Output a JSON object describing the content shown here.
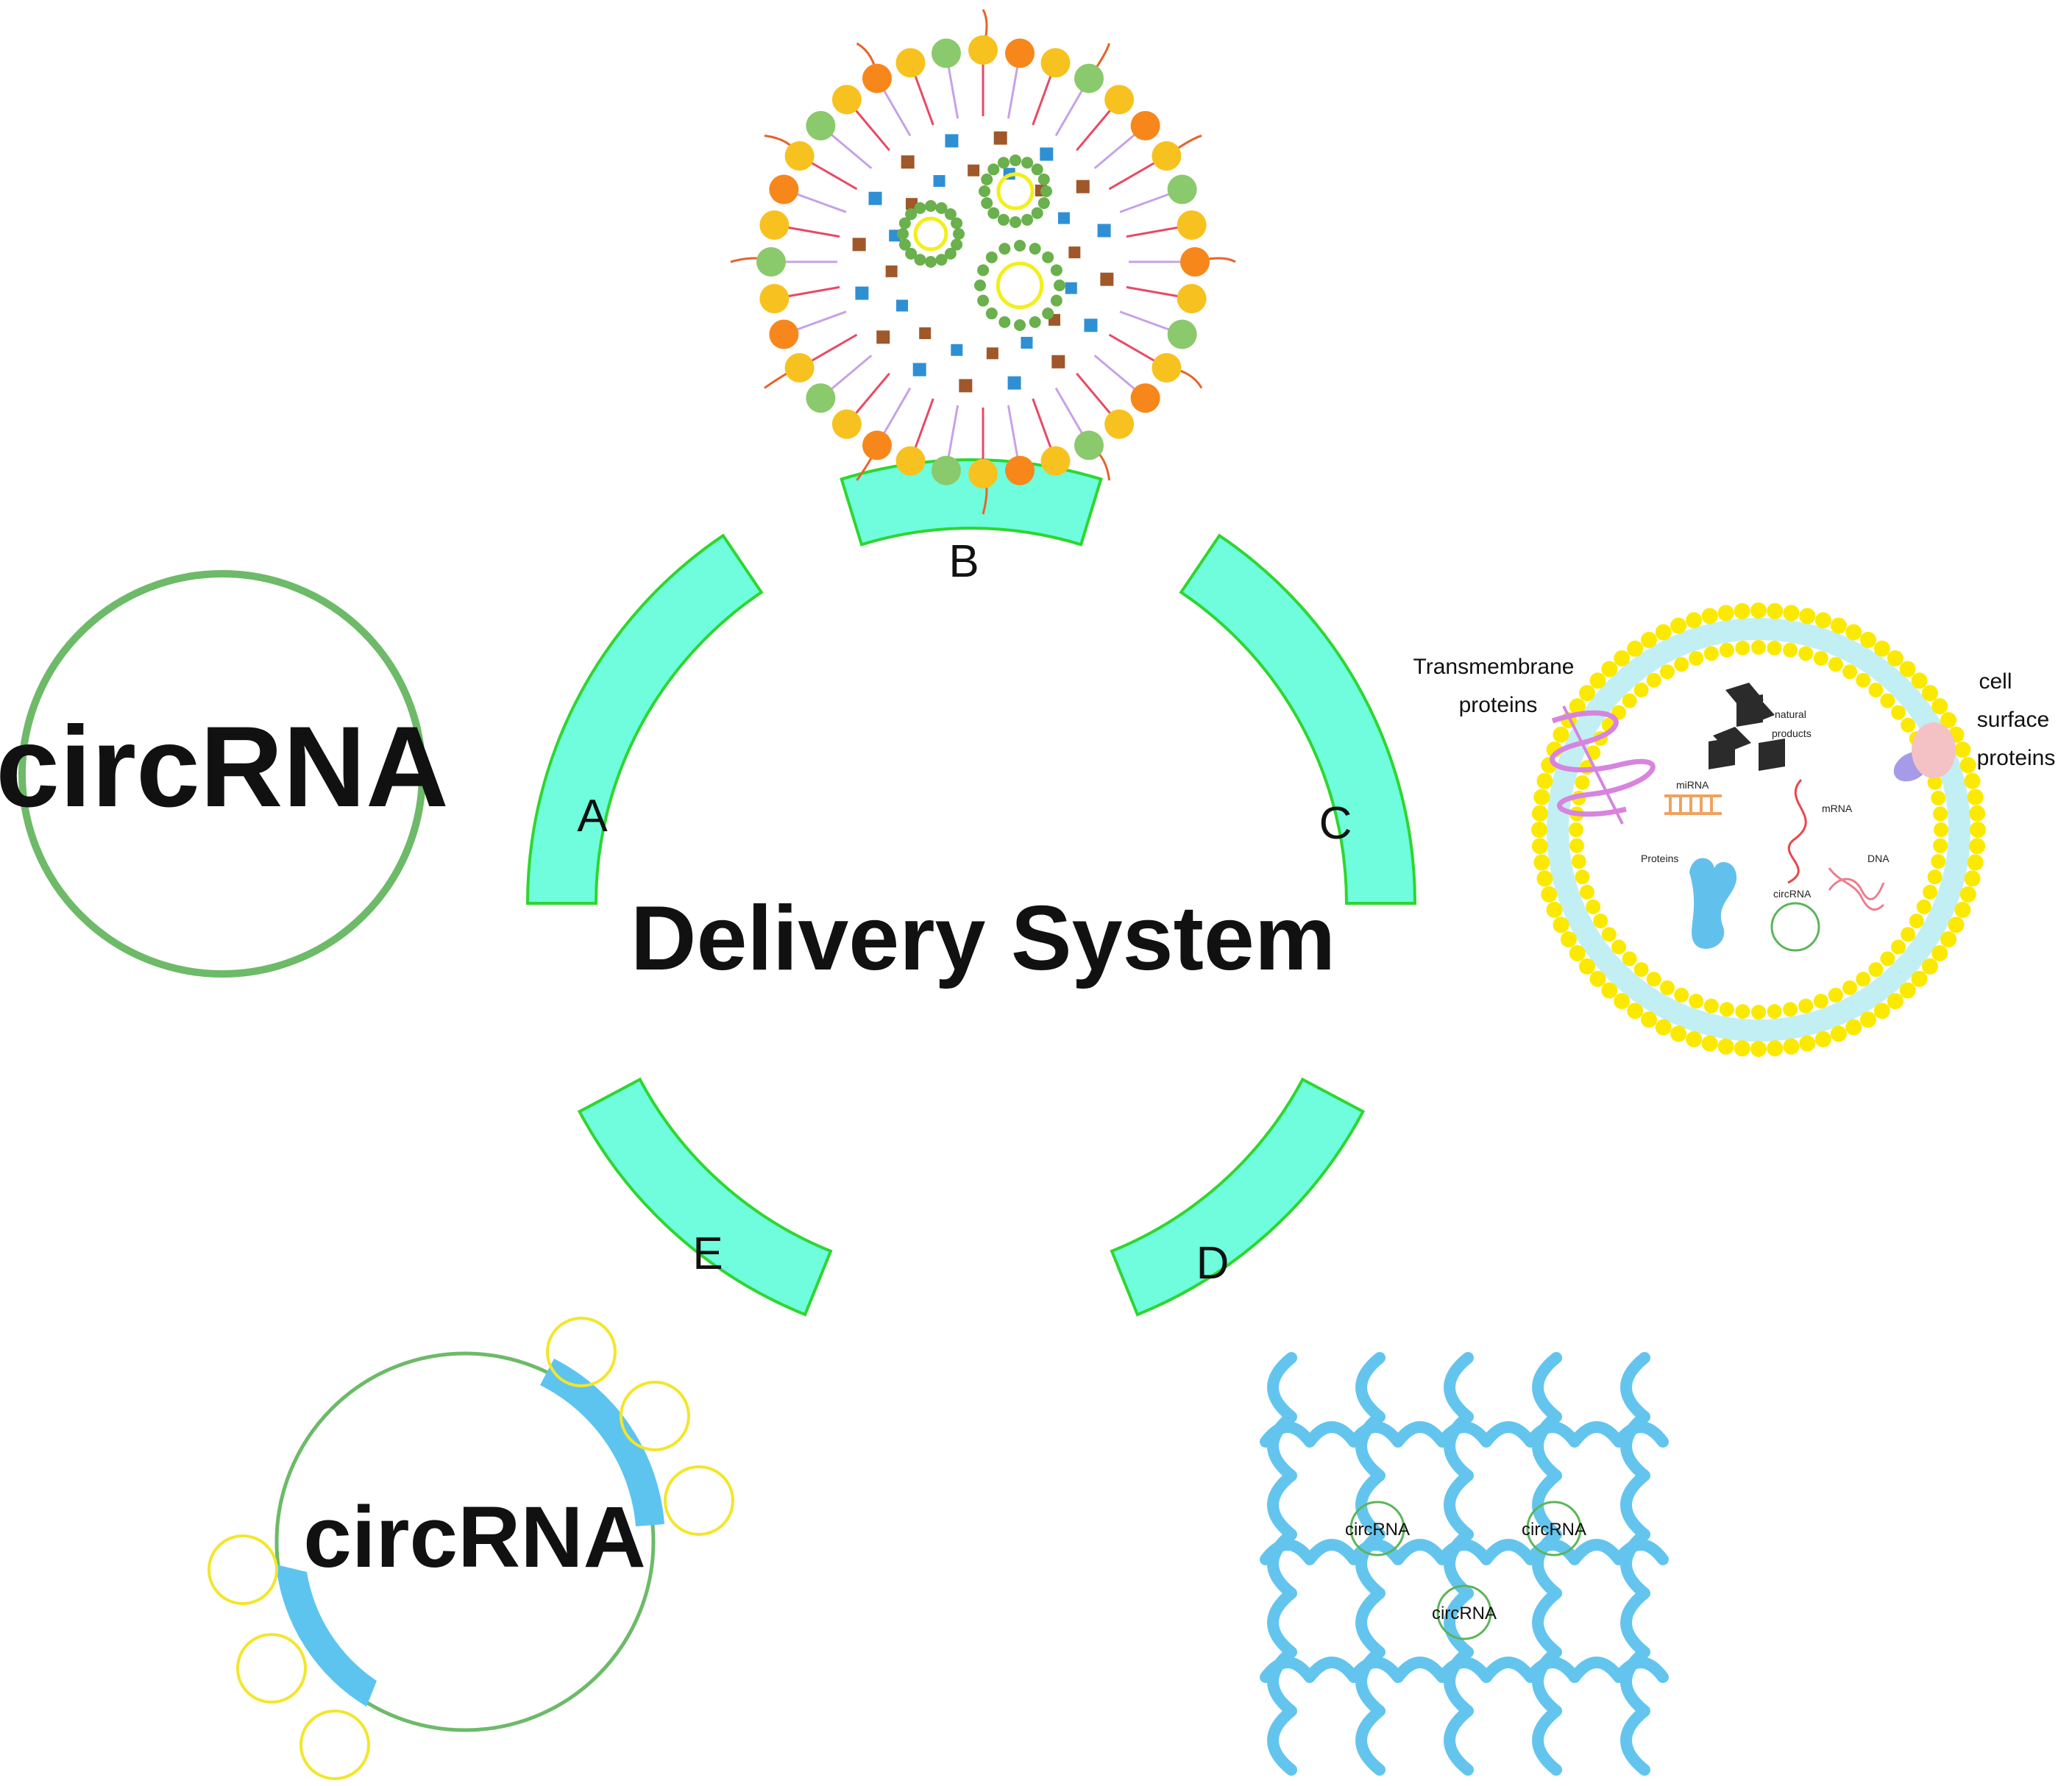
{
  "center": {
    "title": "Delivery System"
  },
  "segments": [
    {
      "id": "A",
      "label": "A"
    },
    {
      "id": "B",
      "label": "B"
    },
    {
      "id": "C",
      "label": "C"
    },
    {
      "id": "D",
      "label": "D"
    },
    {
      "id": "E",
      "label": "E"
    }
  ],
  "circrna_big": {
    "label": "circRNA"
  },
  "exosome": {
    "transmembrane_label_1": "Transmembrane",
    "transmembrane_label_2": "proteins",
    "surface_label_1": "cell",
    "surface_label_2": "surface",
    "surface_label_3": "proteins",
    "cargo_natural_1": "natural",
    "cargo_natural_2": "products",
    "cargo_mirna": "miRNA",
    "cargo_mrna": "mRNA",
    "cargo_dna": "DNA",
    "cargo_proteins": "Proteins",
    "cargo_circrna": "circRNA"
  },
  "hydrogel": {
    "labels": [
      "circRNA",
      "circRNA",
      "circRNA"
    ]
  },
  "conjugate": {
    "label": "circRNA"
  },
  "colors": {
    "segment_fill": "#6ffddd",
    "segment_stroke": "#2fd62f",
    "circ_green": "#6dba68",
    "lipid_yellow": "#fbe900",
    "hydrogel_blue": "#63c5ee",
    "conjugate_blue": "#5dc4f0"
  }
}
